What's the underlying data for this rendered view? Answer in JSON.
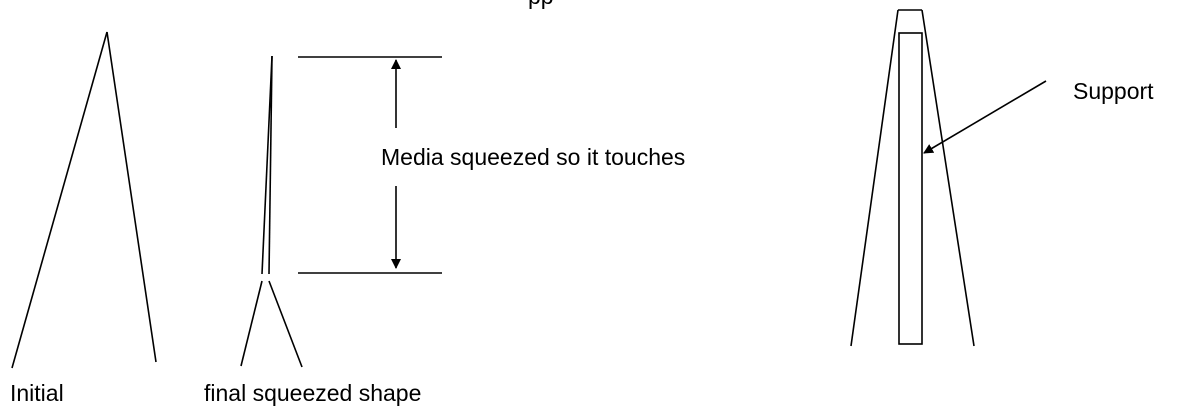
{
  "labels": {
    "top_clipped": "pp",
    "initial": "Initial",
    "final_shape": "final squeezed shape",
    "squeeze_note": "Media squeezed so it touches",
    "support": "Support"
  },
  "colors": {
    "stroke": "#000000",
    "background": "#ffffff"
  }
}
